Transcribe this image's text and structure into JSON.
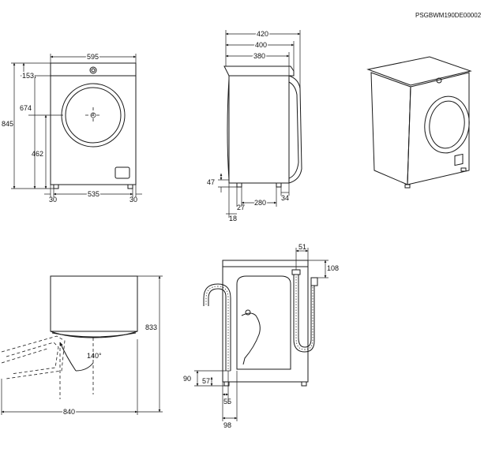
{
  "doc_code": "PSGBWM190DE00002",
  "front_view": {
    "width": "595",
    "top_offset": "153",
    "door_center_height": "674",
    "total_height": "845",
    "door_bottom_height": "462",
    "feet_span": "535",
    "foot_left": "30",
    "foot_right": "30"
  },
  "side_view": {
    "depth_max": "420",
    "depth_mid": "400",
    "depth_body": "380",
    "foot_height": "47",
    "foot_offset": "27",
    "foot_span": "280",
    "foot_rear": "34",
    "foot_front": "18"
  },
  "top_view": {
    "height": "833",
    "door_angle": "140°",
    "total_depth": "840"
  },
  "rear_view": {
    "hose_offset": "51",
    "hose_height": "108",
    "drain_height": "90",
    "drain_offset": "57",
    "drain_x1": "55",
    "drain_x2": "98"
  }
}
